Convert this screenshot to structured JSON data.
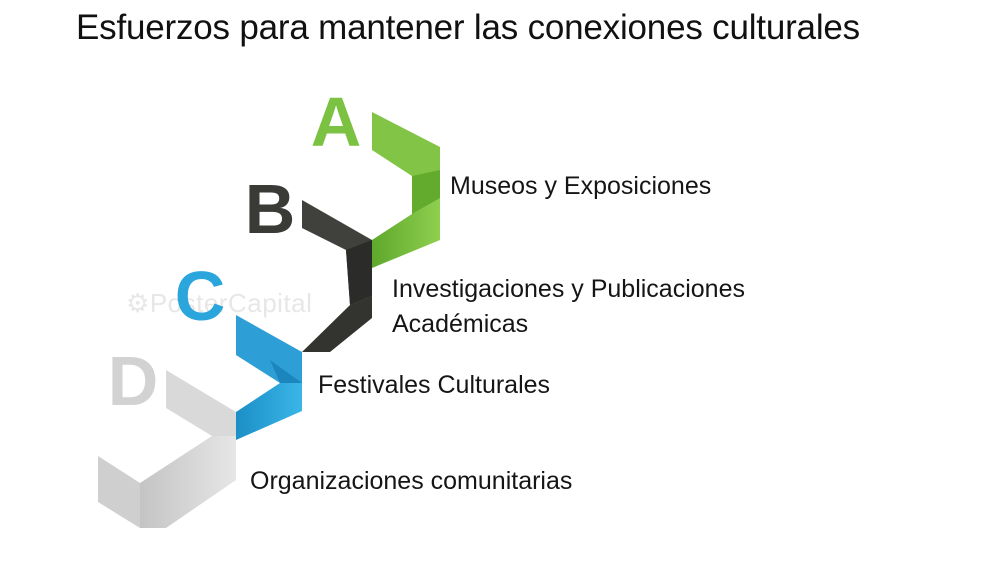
{
  "title": "Esfuerzos para mantener las conexiones culturales",
  "steps": [
    {
      "letter": "A",
      "label": "Museos y Exposiciones",
      "color": "#7cc242"
    },
    {
      "letter": "B",
      "label_lines": [
        "Investigaciones y Publicaciones",
        "Académicas"
      ],
      "color": "#3a3a37"
    },
    {
      "letter": "C",
      "label": "Festivales Culturales",
      "color": "#2aa6dd"
    },
    {
      "letter": "D",
      "label": "Organizaciones comunitarias",
      "color": "#d2d2d2"
    }
  ],
  "watermark": "PosterCapital"
}
